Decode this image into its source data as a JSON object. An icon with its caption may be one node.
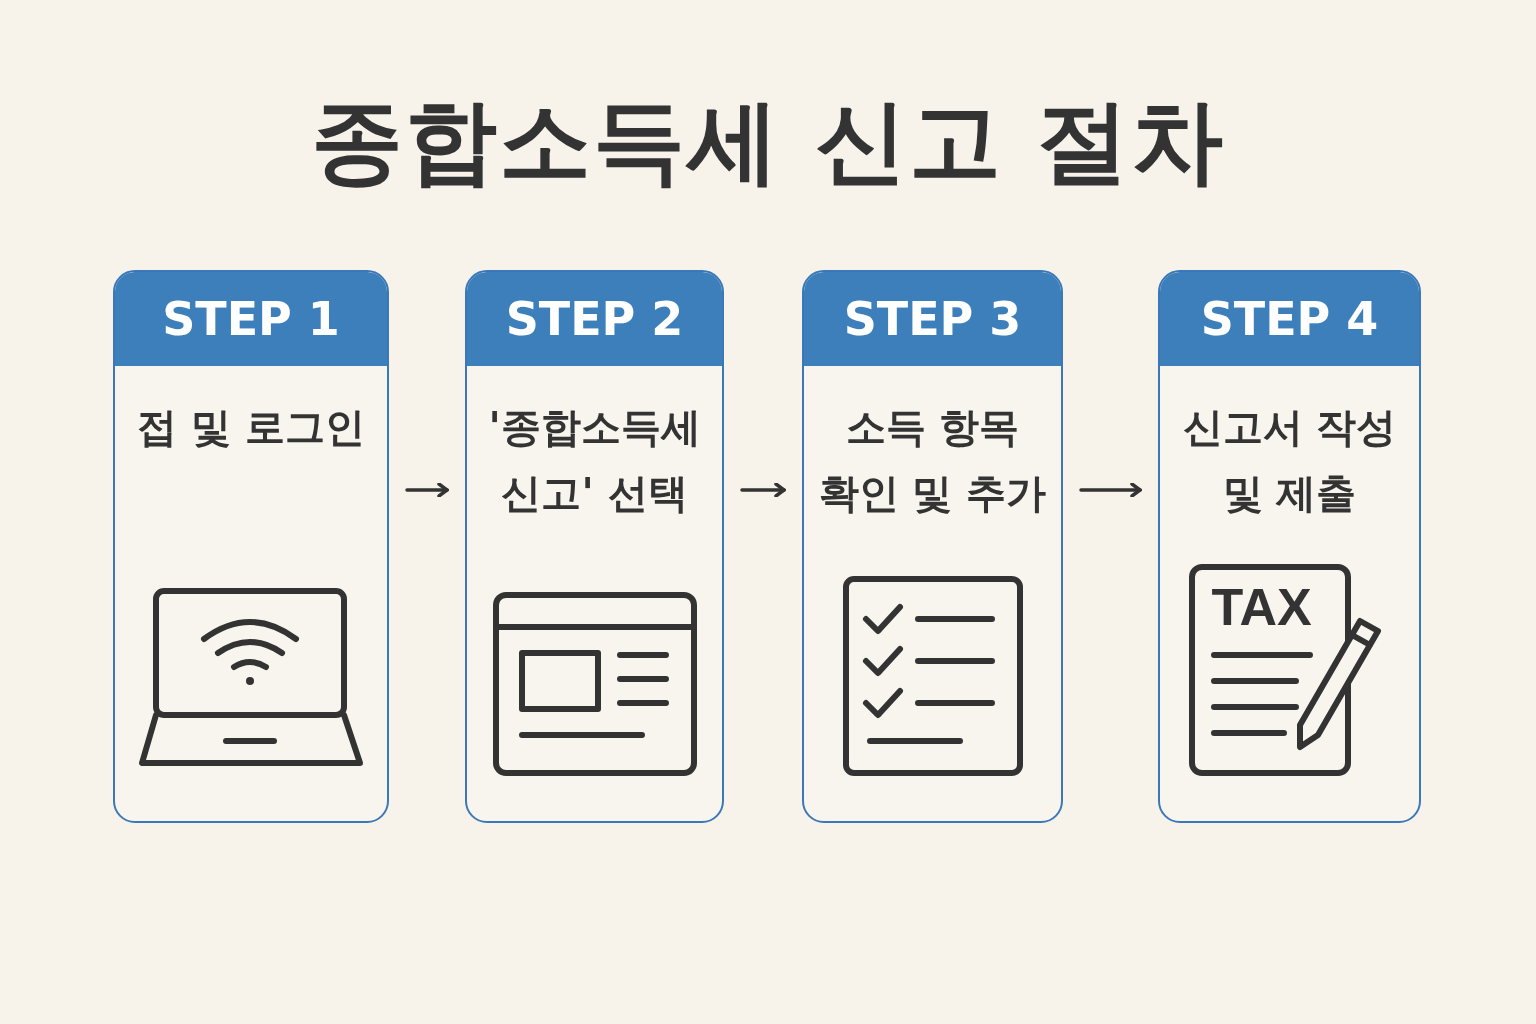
{
  "diagram": {
    "title": "종합소득세 신고 절차",
    "nodes": [
      {
        "text": [
          "STEP 1",
          "접 및 로그인"
        ]
      },
      {
        "text": [
          "STEP 2",
          "'종합소득세 신고' 선택"
        ]
      },
      {
        "text": [
          "STEP 3",
          "소득 항목 확인 및 추가"
        ]
      },
      {
        "text": [
          "STEP 4",
          "신고서 작성 및 제출"
        ]
      }
    ],
    "edges": [
      {
        "from": 0,
        "to": 1,
        "arrow": "to"
      },
      {
        "from": 1,
        "to": 2,
        "arrow": "to"
      },
      {
        "from": 2,
        "to": 3,
        "arrow": "to"
      }
    ],
    "labels": [
      "TAX"
    ]
  }
}
